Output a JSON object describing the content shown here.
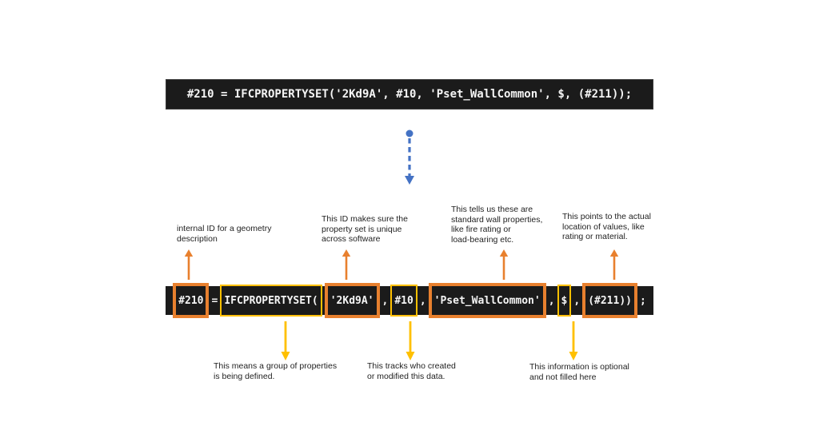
{
  "diagram": {
    "title_meaning": "Annotated explanation of an IFC property set code line",
    "code_line": "#210 = IFCPROPERTYSET('2Kd9A', #10, 'Pset_WallCommon', $, (#211));"
  },
  "annotated_code": {
    "segments": [
      {
        "text": "#210",
        "highlight": "orange"
      },
      {
        "text": "=",
        "highlight": "none"
      },
      {
        "text": "IFCPROPERTYSET(",
        "highlight": "yellow"
      },
      {
        "text": "'2Kd9A'",
        "highlight": "orange"
      },
      {
        "text": ",",
        "highlight": "none"
      },
      {
        "text": "#10",
        "highlight": "yellow"
      },
      {
        "text": ",",
        "highlight": "none"
      },
      {
        "text": "'Pset_WallCommon'",
        "highlight": "orange"
      },
      {
        "text": ",",
        "highlight": "none"
      },
      {
        "text": "$",
        "highlight": "yellow"
      },
      {
        "text": ",",
        "highlight": "none"
      },
      {
        "text": "(#211))",
        "highlight": "orange"
      },
      {
        "text": ";",
        "highlight": "none"
      }
    ]
  },
  "annotations_top": [
    {
      "lines": [
        "internal ID for a geometry",
        "description"
      ]
    },
    {
      "lines": [
        "This ID makes sure the",
        "property set is unique",
        "across software"
      ]
    },
    {
      "lines": [
        "This tells us these are",
        "standard wall properties,",
        "like fire rating or",
        "load-bearing etc."
      ]
    },
    {
      "lines": [
        "This points to the actual",
        "location of values, like",
        "rating or material."
      ]
    }
  ],
  "annotations_bottom": [
    {
      "lines": [
        "This means a group of properties",
        "is being defined."
      ]
    },
    {
      "lines": [
        "This tracks who created",
        "or modified this data."
      ]
    },
    {
      "lines": [
        "This information is optional",
        "and not filled here"
      ]
    }
  ],
  "colors": {
    "highlight_orange": "#e8802e",
    "highlight_yellow": "#ffc000",
    "connector_blue": "#4472c4",
    "code_bar_background": "#1b1b1b",
    "code_text": "#f5f5f5",
    "annotation_text": "#1f1f1f"
  }
}
